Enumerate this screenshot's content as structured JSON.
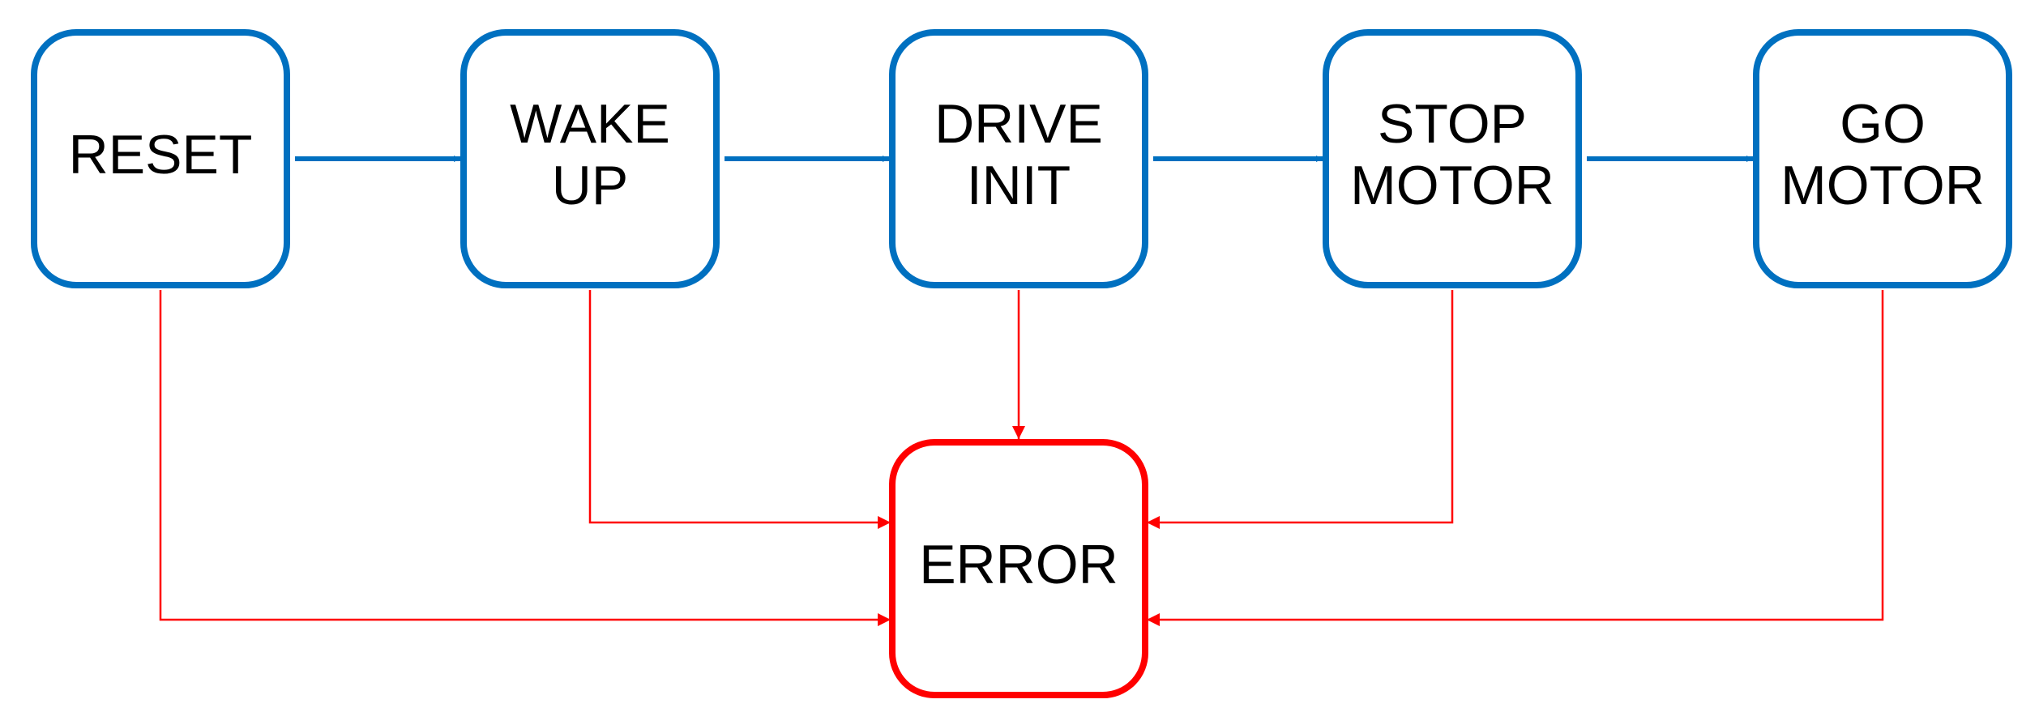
{
  "colors": {
    "state_border": "#0070C0",
    "error_border": "#FF0000",
    "flow_edge": "#0070C0",
    "error_edge": "#FF0000",
    "background": "#FFFFFF",
    "text": "#000000"
  },
  "states": [
    {
      "id": "reset",
      "lines": [
        "RESET"
      ]
    },
    {
      "id": "wake-up",
      "lines": [
        "WAKE",
        "UP"
      ]
    },
    {
      "id": "drive-init",
      "lines": [
        "DRIVE",
        "INIT"
      ]
    },
    {
      "id": "stop-motor",
      "lines": [
        "STOP",
        "MOTOR"
      ]
    },
    {
      "id": "go-motor",
      "lines": [
        "GO",
        "MOTOR"
      ]
    }
  ],
  "error_state": {
    "id": "error",
    "lines": [
      "ERROR"
    ]
  },
  "flow_edges": [
    {
      "from": "reset",
      "to": "wake-up"
    },
    {
      "from": "wake-up",
      "to": "drive-init"
    },
    {
      "from": "drive-init",
      "to": "stop-motor"
    },
    {
      "from": "stop-motor",
      "to": "go-motor"
    }
  ],
  "error_edges": [
    {
      "from": "reset",
      "to": "error"
    },
    {
      "from": "wake-up",
      "to": "error"
    },
    {
      "from": "drive-init",
      "to": "error"
    },
    {
      "from": "stop-motor",
      "to": "error"
    },
    {
      "from": "go-motor",
      "to": "error"
    }
  ]
}
